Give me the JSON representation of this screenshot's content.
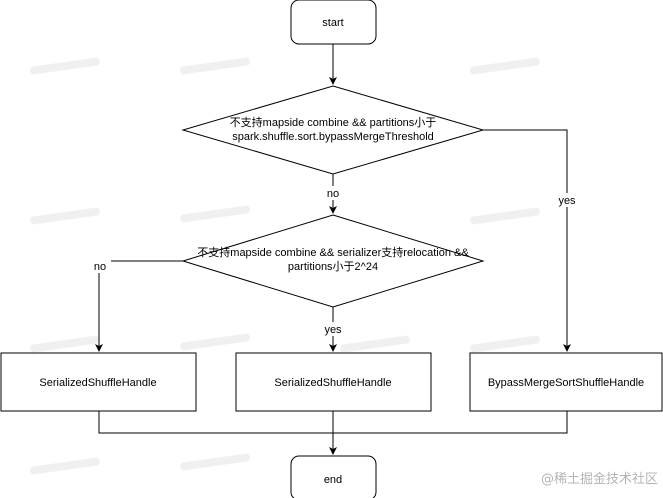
{
  "nodes": {
    "start": {
      "label": "start"
    },
    "decision1": {
      "line1": "不支持mapside combine &&  partitions小于",
      "line2": "spark.shuffle.sort.bypassMergeThreshold"
    },
    "decision2": {
      "line1": "不支持mapside combine &&  serializer支持relocation &&",
      "line2": "partitions小于2^24"
    },
    "handle_left": {
      "label": "SerializedShuffleHandle"
    },
    "handle_mid": {
      "label": "SerializedShuffleHandle"
    },
    "handle_right": {
      "label": "BypassMergeSortShuffleHandle"
    },
    "end": {
      "label": "end"
    }
  },
  "edges": {
    "d1_no": "no",
    "d1_yes": "yes",
    "d2_no": "no",
    "d2_yes": "yes"
  },
  "watermark": {
    "credit": "@稀土掘金技术社区"
  },
  "colors": {
    "stroke": "#000000",
    "fill": "#ffffff",
    "watermark": "#dcdcdc",
    "credit": "#b4b4b4"
  }
}
